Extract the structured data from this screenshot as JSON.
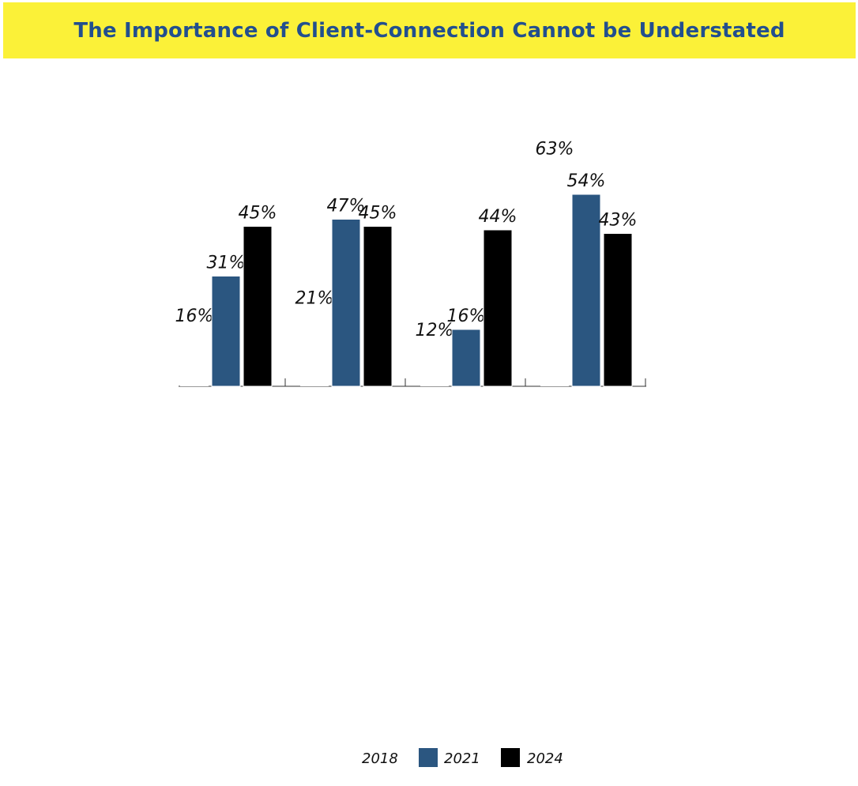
{
  "title": "The Importance of Client-Connection Cannot be Understated",
  "colors": {
    "banner_bg": "#fbf138",
    "title_text": "#224f8e",
    "series_2021": "#2b5680",
    "series_2024": "#000000",
    "axis": "#333333"
  },
  "chart_data": {
    "type": "bar",
    "title": "The Importance of Client-Connection Cannot be Understated",
    "xlabel": "",
    "ylabel": "",
    "ylim": [
      0,
      100
    ],
    "grid": false,
    "legend_position": "bottom",
    "categories": [
      "",
      "",
      "",
      ""
    ],
    "series": [
      {
        "name": "2018",
        "values": [
          16,
          21,
          12,
          63
        ],
        "labels": [
          "16%",
          "21%",
          "12%",
          "63%"
        ],
        "color": "#ffffff"
      },
      {
        "name": "2021",
        "values": [
          31,
          47,
          16,
          54
        ],
        "labels": [
          "31%",
          "47%",
          "16%",
          "54%"
        ],
        "color": "#2b5680"
      },
      {
        "name": "2024",
        "values": [
          45,
          45,
          44,
          43
        ],
        "labels": [
          "45%",
          "45%",
          "44%",
          "43%"
        ],
        "color": "#000000"
      }
    ]
  }
}
